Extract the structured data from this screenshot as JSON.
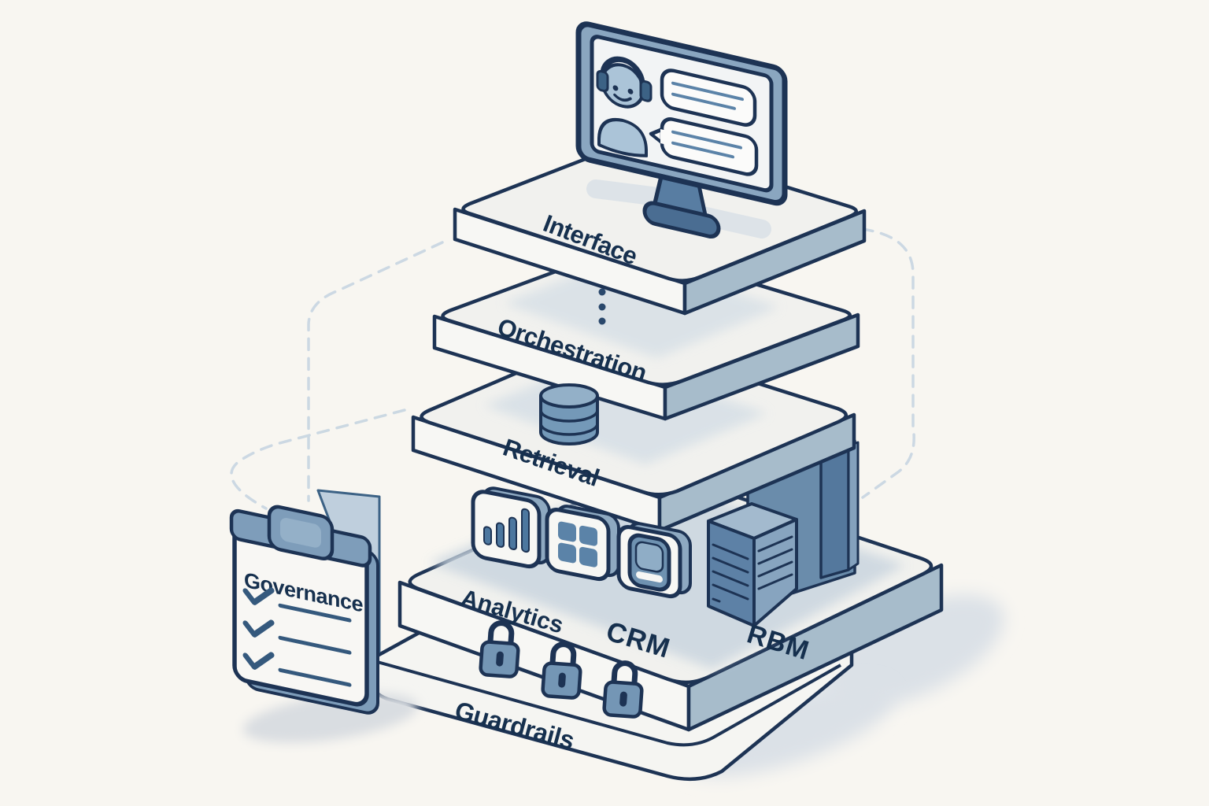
{
  "diagram": {
    "type": "isometric-architecture-stack",
    "layers": [
      {
        "id": "interface",
        "label": "Interface",
        "icon": "monitor-chat-icon"
      },
      {
        "id": "orchestration",
        "label": "Orchestration",
        "icon": "dotted-connector"
      },
      {
        "id": "retrieval",
        "label": "Retrieval",
        "icon": "database-icon"
      }
    ],
    "integrations": [
      {
        "id": "analytics",
        "label": "Analytics",
        "icon": "bar-chart-icon"
      },
      {
        "id": "crm",
        "label": "CRM",
        "icon": "contact-card-icon"
      },
      {
        "id": "rbm",
        "label": "RBM",
        "icon": "server-tower-icon"
      }
    ],
    "guardrails": {
      "label": "Guardrails",
      "icon": "padlock-icon",
      "lock_count": 3
    },
    "governance": {
      "label": "Governance",
      "icon": "clipboard-checklist-icon",
      "checklist_rows": 3
    },
    "monitor": {
      "icon": "support-agent-icon",
      "chat_bubble_count": 2
    },
    "colors": {
      "background": "#f8f6f1",
      "outline": "#1d3354",
      "text": "#16304e",
      "slab_top": "#f1f1ee",
      "slab_left_face": "#f7f7f4",
      "slab_right_face": "#a7bccb",
      "accent_mid_blue": "#7e9fbb",
      "accent_dark_blue": "#54789d",
      "agent_blue": "#abc4d8",
      "surface_shadow": "#ccd7e0",
      "dashed_line": "#c7d5e1"
    }
  }
}
